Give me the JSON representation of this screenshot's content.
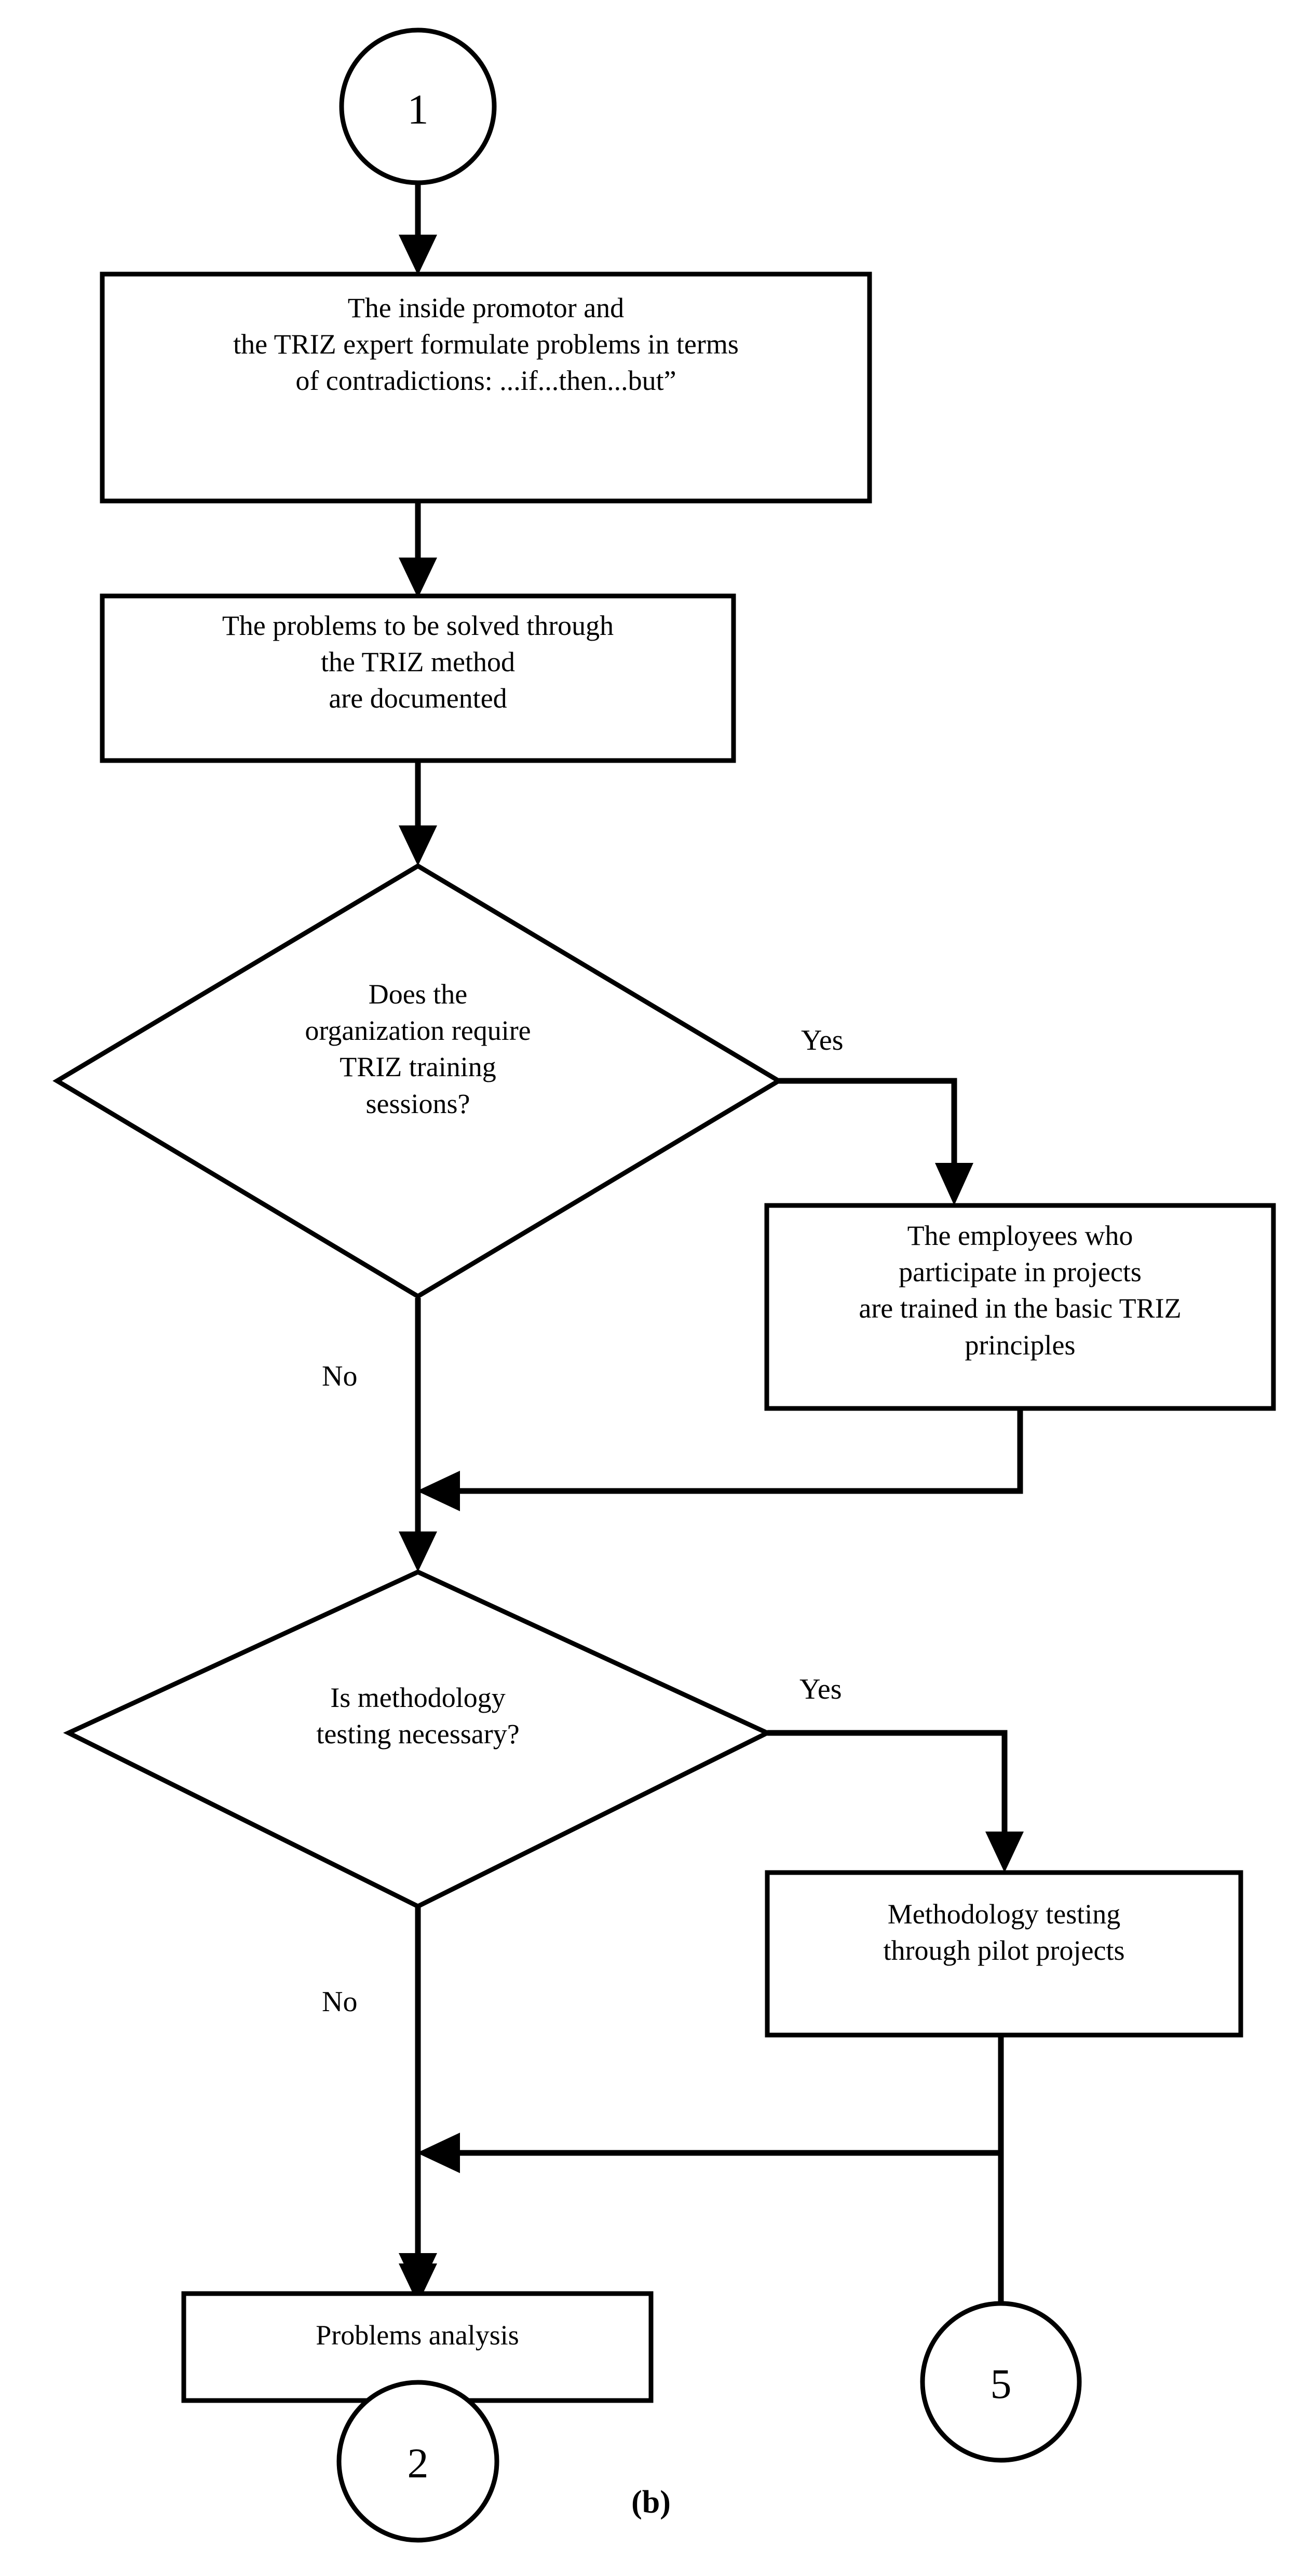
{
  "figure": {
    "caption": "(b)",
    "type": "flowchart",
    "orientation": "top-to-bottom",
    "line_color": "#000000",
    "fill_color": "#ffffff",
    "text_color": "#000000"
  },
  "nodes": {
    "connector_start": {
      "shape": "circle",
      "label": "1"
    },
    "formulate_box": {
      "shape": "rectangle",
      "label": "The inside promotor and\nthe TRIZ expert formulate problems in terms\nof contradictions: ...if...then...but”"
    },
    "document_box": {
      "shape": "rectangle",
      "label": "The problems to be solved through\nthe TRIZ method\nare documented"
    },
    "training_decision": {
      "shape": "diamond",
      "label": "Does the\norganization require\nTRIZ training\nsessions?"
    },
    "training_box": {
      "shape": "rectangle",
      "label": "The employees who\nparticipate in projects\nare trained in the basic TRIZ\nprinciples"
    },
    "testing_decision": {
      "shape": "diamond",
      "label": "Is methodology\ntesting necessary?"
    },
    "testing_box": {
      "shape": "rectangle",
      "label": "Methodology testing\nthrough pilot projects"
    },
    "analysis_box": {
      "shape": "rectangle",
      "label": "Problems analysis"
    },
    "connector_end_2": {
      "shape": "circle",
      "label": "2"
    },
    "connector_end_5": {
      "shape": "circle",
      "label": "5"
    }
  },
  "edge_labels": {
    "training_yes": "Yes",
    "training_no": "No",
    "testing_yes": "Yes",
    "testing_no": "No"
  },
  "flow": [
    {
      "from": "connector_start",
      "to": "formulate_box",
      "label": ""
    },
    {
      "from": "formulate_box",
      "to": "document_box",
      "label": ""
    },
    {
      "from": "document_box",
      "to": "training_decision",
      "label": ""
    },
    {
      "from": "training_decision",
      "to": "training_box",
      "label": "Yes"
    },
    {
      "from": "training_decision",
      "to": "testing_decision",
      "label": "No"
    },
    {
      "from": "training_box",
      "to": "testing_decision",
      "label": ""
    },
    {
      "from": "testing_decision",
      "to": "testing_box",
      "label": "Yes"
    },
    {
      "from": "testing_decision",
      "to": "analysis_box",
      "label": "No"
    },
    {
      "from": "testing_box",
      "to": "analysis_box",
      "label": ""
    },
    {
      "from": "analysis_box",
      "to": "connector_end_2",
      "label": ""
    },
    {
      "from": "testing_box",
      "to": "connector_end_5",
      "label": ""
    }
  ]
}
